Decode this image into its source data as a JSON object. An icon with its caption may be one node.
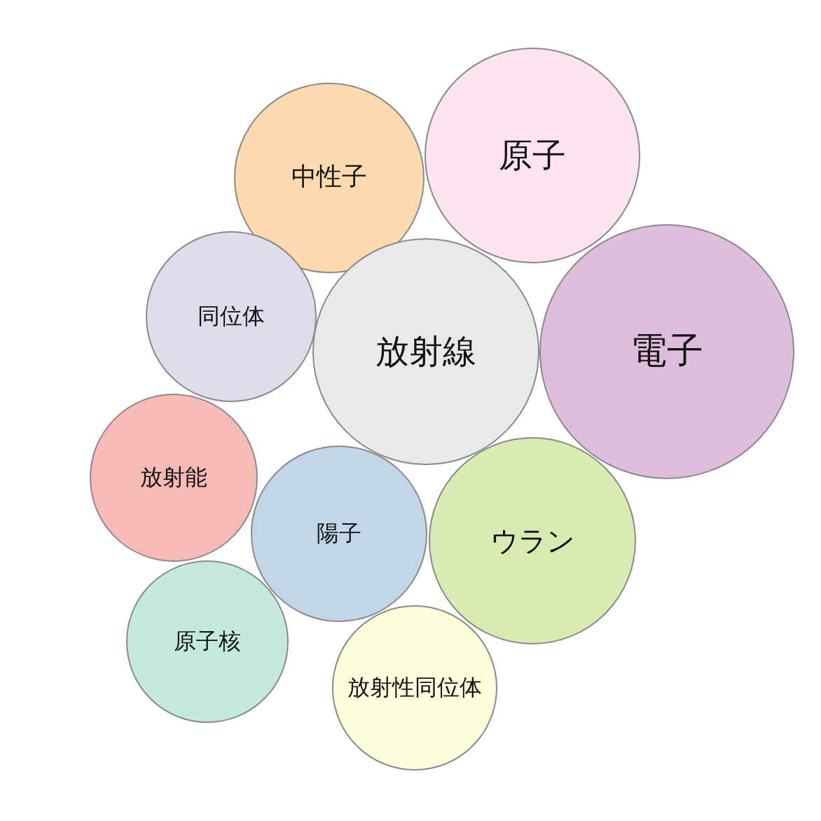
{
  "diagram": {
    "nodes": [
      {
        "text": [
          "原子"
        ]
      },
      {
        "text": [
          "中性子"
        ]
      },
      {
        "text": [
          "同位体"
        ]
      },
      {
        "text": [
          "放射線"
        ]
      },
      {
        "text": [
          "電子"
        ]
      },
      {
        "text": [
          "放射能"
        ]
      },
      {
        "text": [
          "陽子"
        ]
      },
      {
        "text": [
          "ウラン"
        ]
      },
      {
        "text": [
          "原子核"
        ]
      },
      {
        "text": [
          "放射性同位体"
        ]
      }
    ]
  }
}
